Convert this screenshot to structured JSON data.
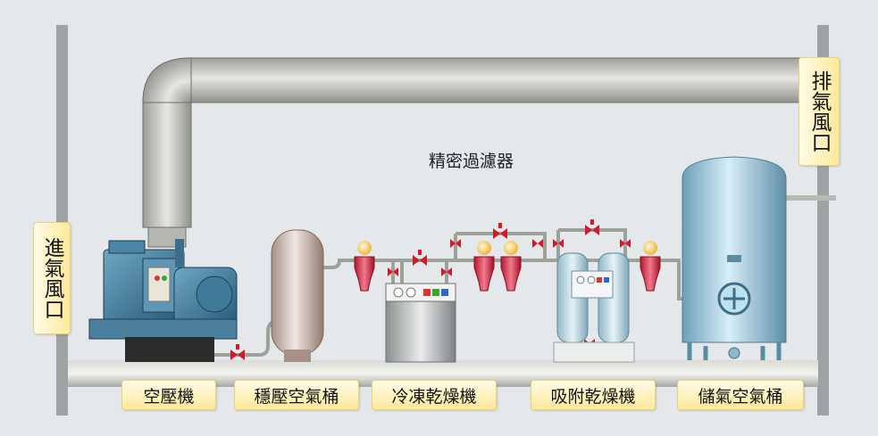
{
  "labels": {
    "intake": "進氣風口",
    "exhaust": "排氣風口",
    "filter": "精密過濾器",
    "compressor": "空壓機",
    "buffer_tank": "穩壓空氣桶",
    "refrigerated_dryer": "冷凍乾燥機",
    "adsorption_dryer": "吸附乾燥機",
    "storage_tank": "儲氣空氣桶"
  },
  "colors": {
    "background": "#e4e8eb",
    "pipe": "#c7c9c3",
    "valve": "#d11a2a",
    "filter_body": "#cc2b47",
    "tank": "#a9d2e4",
    "label_bg": "#ffec9e"
  }
}
